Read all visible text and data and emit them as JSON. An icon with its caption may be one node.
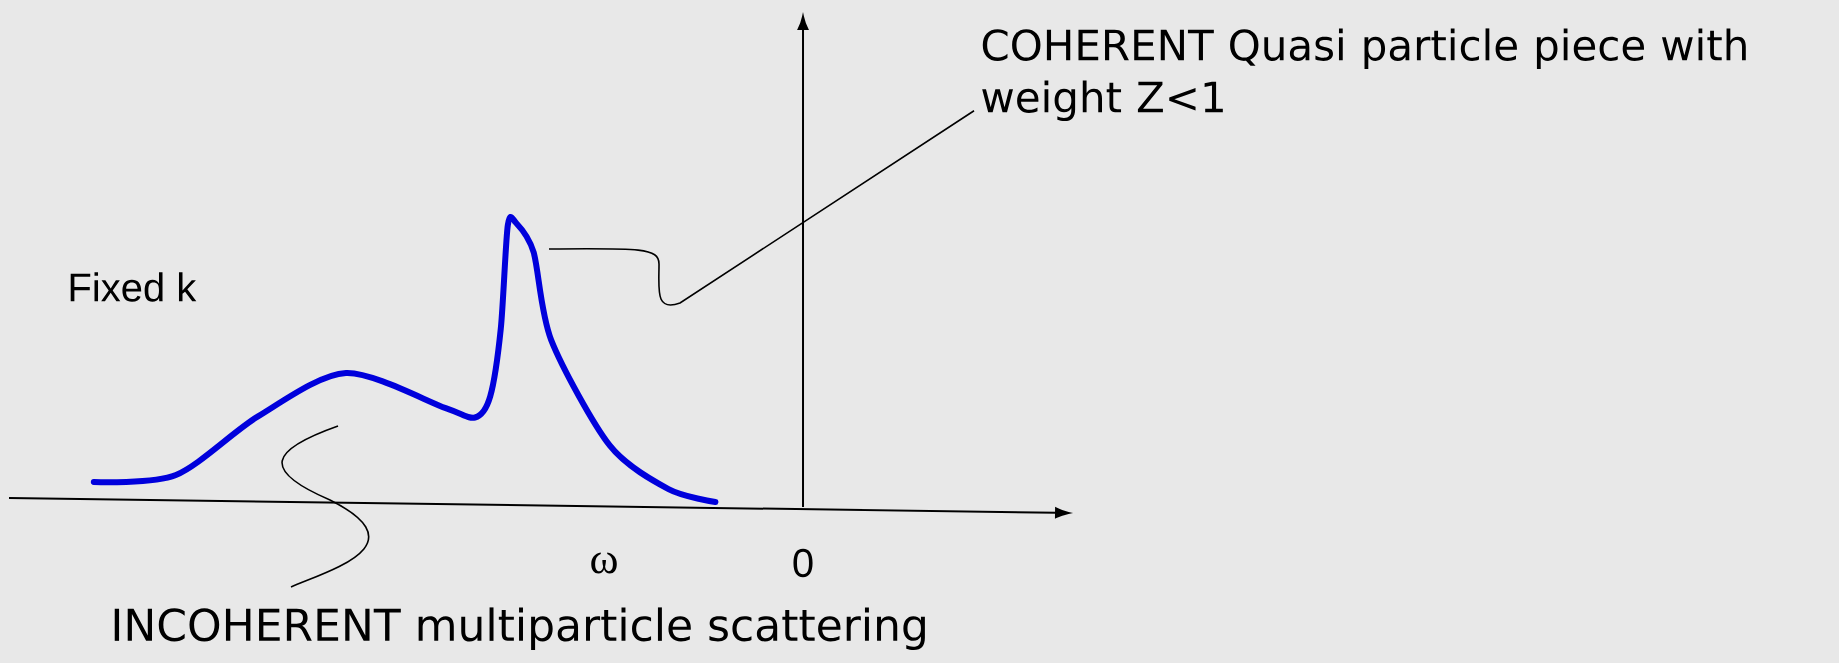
{
  "diagram": {
    "nodes": [
      {
        "text": [
          "COHERENT Quasi particle piece with weight Z<1"
        ]
      },
      {
        "text": [
          "INCOHERENT multiparticle scattering"
        ]
      }
    ],
    "edges": [
      {
        "from": 0,
        "to": null,
        "arrow": "none"
      },
      {
        "from": 1,
        "to": null,
        "arrow": "none"
      }
    ],
    "labels": [
      "Fixed k",
      "ω",
      "0"
    ]
  }
}
